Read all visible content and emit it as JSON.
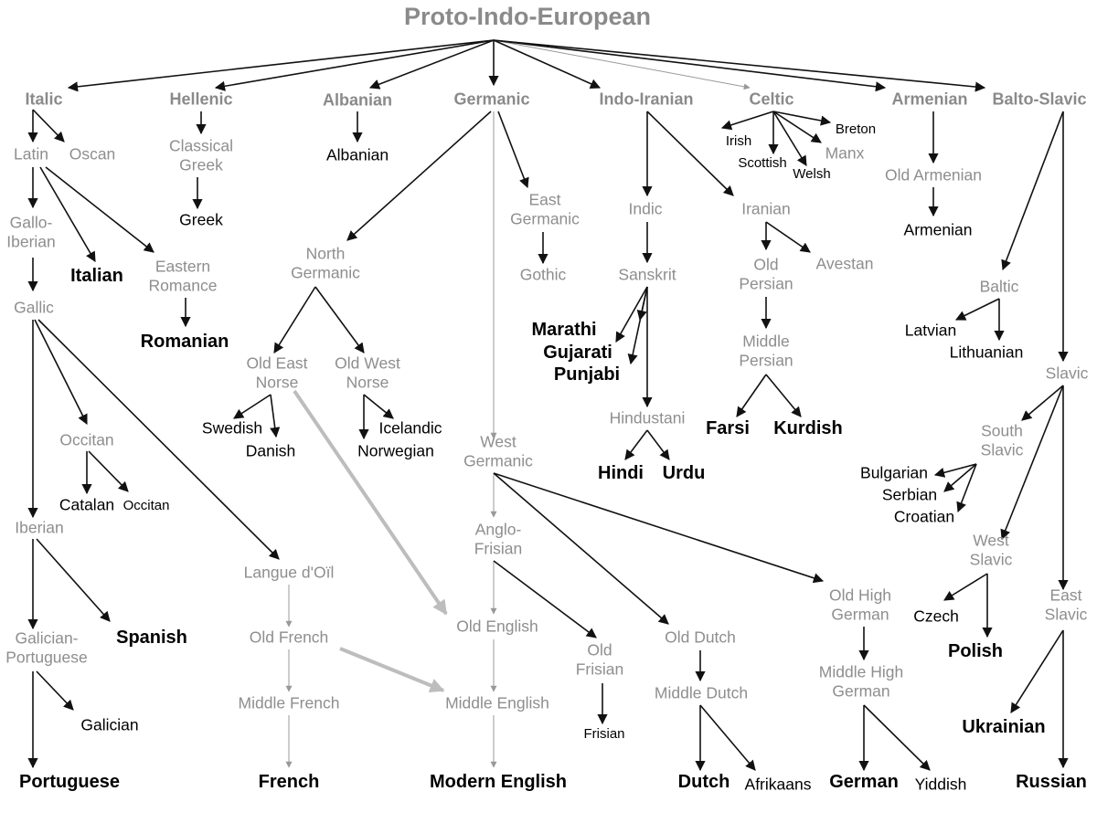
{
  "title": "Proto-Indo-European",
  "branches": {
    "italic": "Italic",
    "hellenic": "Hellenic",
    "albanian": "Albanian",
    "germanic": "Germanic",
    "indo_iranian": "Indo-Iranian",
    "celtic": "Celtic",
    "armenian": "Armenian",
    "balto_slavic": "Balto-Slavic"
  },
  "ancestral": {
    "latin": "Latin",
    "oscan": "Oscan",
    "gallo_iberian": "Gallo-\nIberian",
    "eastern_romance": "Eastern\nRomance",
    "gallic": "Gallic",
    "occitan_group": "Occitan",
    "iberian": "Iberian",
    "galician_portuguese": "Galician-\nPortuguese",
    "langue_doil": "Langue d'Oïl",
    "old_french": "Old French",
    "middle_french": "Middle French",
    "classical_greek": "Classical\nGreek",
    "north_germanic": "North\nGermanic",
    "old_east_norse": "Old East\nNorse",
    "old_west_norse": "Old West\nNorse",
    "east_germanic": "East\nGermanic",
    "gothic": "Gothic",
    "west_germanic": "West\nGermanic",
    "anglo_frisian": "Anglo-\nFrisian",
    "old_english": "Old English",
    "middle_english": "Middle English",
    "old_frisian": "Old\nFrisian",
    "old_dutch": "Old Dutch",
    "middle_dutch": "Middle Dutch",
    "old_high_german": "Old High\nGerman",
    "middle_high_german": "Middle High\nGerman",
    "indic": "Indic",
    "sanskrit": "Sanskrit",
    "hindustani": "Hindustani",
    "iranian": "Iranian",
    "avestan": "Avestan",
    "old_persian": "Old\nPersian",
    "middle_persian": "Middle\nPersian",
    "manx": "Manx",
    "old_armenian": "Old Armenian",
    "baltic": "Baltic",
    "slavic": "Slavic",
    "south_slavic": "South\nSlavic",
    "west_slavic": "West\nSlavic",
    "east_slavic": "East\nSlavic"
  },
  "languages": {
    "albanian": "Albanian",
    "greek": "Greek",
    "italian": "Italian",
    "romanian": "Romanian",
    "catalan": "Catalan",
    "occitan": "Occitan",
    "spanish": "Spanish",
    "galician": "Galician",
    "portuguese": "Portuguese",
    "french": "French",
    "swedish": "Swedish",
    "danish": "Danish",
    "icelandic": "Icelandic",
    "norwegian": "Norwegian",
    "modern_english": "Modern English",
    "frisian": "Frisian",
    "dutch": "Dutch",
    "afrikaans": "Afrikaans",
    "german": "German",
    "yiddish": "Yiddish",
    "marathi": "Marathi",
    "gujarati": "Gujarati",
    "punjabi": "Punjabi",
    "hindi": "Hindi",
    "urdu": "Urdu",
    "farsi": "Farsi",
    "kurdish": "Kurdish",
    "irish": "Irish",
    "breton": "Breton",
    "scottish": "Scottish",
    "welsh": "Welsh",
    "armenian": "Armenian",
    "latvian": "Latvian",
    "lithuanian": "Lithuanian",
    "bulgarian": "Bulgarian",
    "serbian": "Serbian",
    "croatian": "Croatian",
    "czech": "Czech",
    "polish": "Polish",
    "ukrainian": "Ukrainian",
    "russian": "Russian"
  }
}
